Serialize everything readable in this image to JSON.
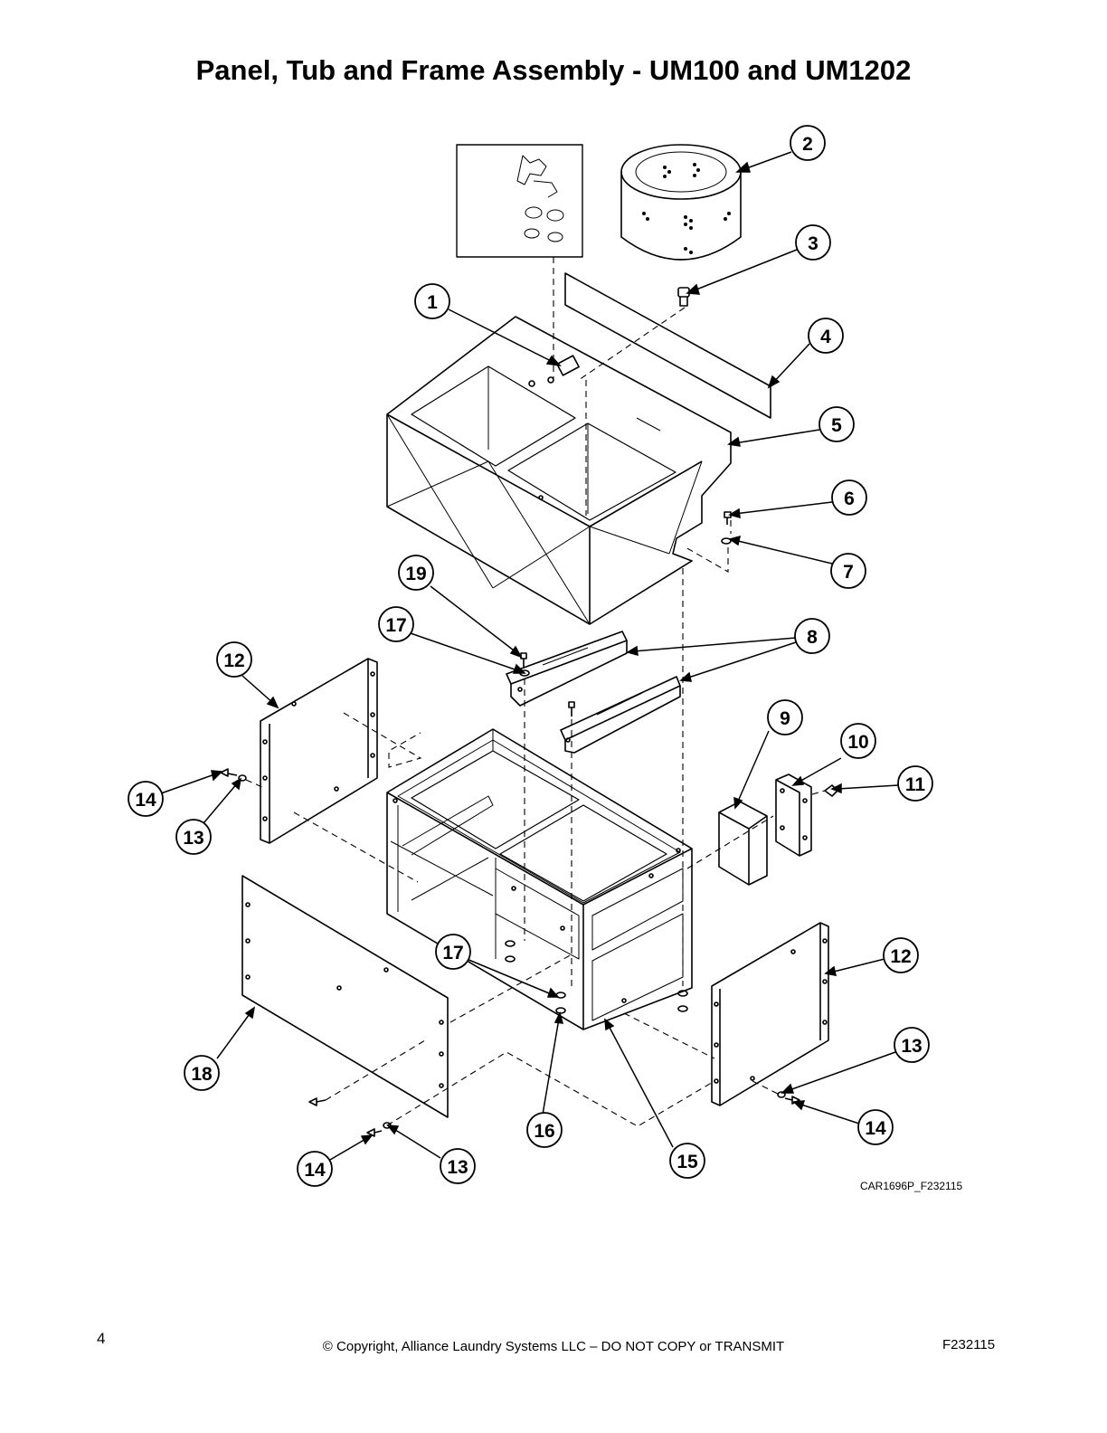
{
  "title": "Panel, Tub and Frame Assembly - UM100 and UM1202",
  "callouts": [
    "1",
    "2",
    "3",
    "4",
    "5",
    "6",
    "7",
    "8",
    "9",
    "10",
    "11",
    "12",
    "12",
    "13",
    "13",
    "13",
    "14",
    "14",
    "14",
    "15",
    "16",
    "17",
    "17",
    "18",
    "19"
  ],
  "figure_code": "CAR1696P_F232115",
  "footer": {
    "page_number": "4",
    "copyright": "© Copyright, Alliance Laundry Systems LLC – DO NOT COPY or TRANSMIT",
    "doc_number": "F232115"
  }
}
